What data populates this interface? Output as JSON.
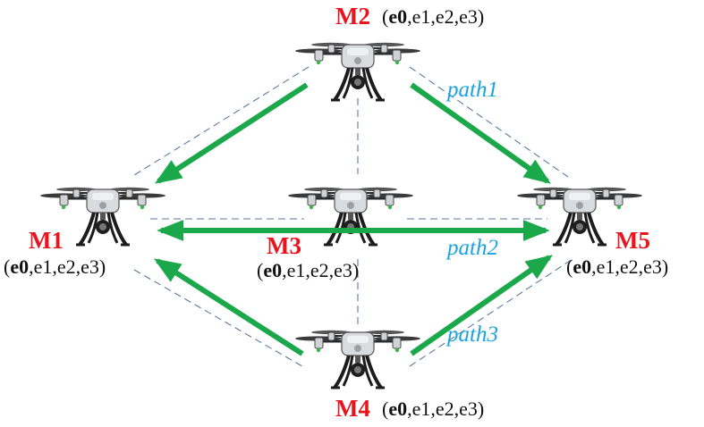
{
  "nodes": [
    {
      "id": "M1",
      "label": "M1",
      "tag_bold": "e0",
      "tag_rest": ",e1,e2,e3",
      "tag_open": "(",
      "tag_close": ")"
    },
    {
      "id": "M2",
      "label": "M2",
      "tag_bold": "e0",
      "tag_rest": ",e1,e2,e3",
      "tag_open": "(",
      "tag_close": ")"
    },
    {
      "id": "M3",
      "label": "M3",
      "tag_bold": "e0",
      "tag_rest": ",e1,e2,e3",
      "tag_open": "(",
      "tag_close": ")"
    },
    {
      "id": "M4",
      "label": "M4",
      "tag_bold": "e0",
      "tag_rest": ",e1,e2,e3",
      "tag_open": "(",
      "tag_close": ")"
    },
    {
      "id": "M5",
      "label": "M5",
      "tag_bold": "e0",
      "tag_rest": ",e1,e2,e3",
      "tag_open": "(",
      "tag_close": ")"
    }
  ],
  "paths": [
    {
      "id": "path1",
      "label": "path1"
    },
    {
      "id": "path2",
      "label": "path2"
    },
    {
      "id": "path3",
      "label": "path3"
    }
  ],
  "colors": {
    "node_label": "#e8141e",
    "path_label": "#1aa3e0",
    "arrow": "#1aa84a",
    "link": "#5a7aa0",
    "drone_body": "#d9dcdf",
    "drone_frame": "#1c1c1c"
  },
  "icons": {
    "node": "quadcopter-drone-icon"
  }
}
